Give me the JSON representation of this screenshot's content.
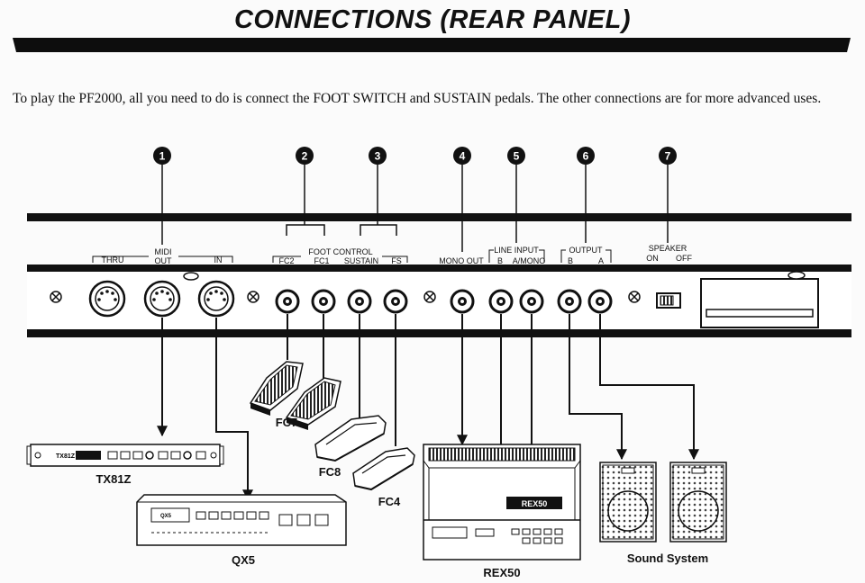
{
  "page": {
    "title": "CONNECTIONS (REAR PANEL)",
    "intro": "To play the PF2000, all you need to do is connect the FOOT SWITCH and SUSTAIN pedals. The other connections are for more advanced uses."
  },
  "callouts": [
    "1",
    "2",
    "3",
    "4",
    "5",
    "6",
    "7"
  ],
  "panel_labels": {
    "midi": "MIDI",
    "thru": "THRU",
    "out": "OUT",
    "in": "IN",
    "foot_control": "FOOT CONTROL",
    "fc2": "FC2",
    "fc1": "FC1",
    "sustain": "SUSTAIN",
    "fs": "FS",
    "mono_out": "MONO OUT",
    "line_input": "LINE INPUT",
    "line_b": "B",
    "line_a_mono": "A/MONO",
    "output": "OUTPUT",
    "out_b": "B",
    "out_a": "A",
    "speaker": "SPEAKER",
    "on": "ON",
    "off": "OFF"
  },
  "devices": {
    "tx81z": "TX81Z",
    "qx5": "QX5",
    "fc7": "FC7",
    "fc8": "FC8",
    "fc4": "FC4",
    "rex50": "REX50",
    "sound_system": "Sound System"
  },
  "device_print": {
    "tx81z_face": "TX81Z",
    "qx5_face": "QX5",
    "rex50_face": "REX50"
  }
}
